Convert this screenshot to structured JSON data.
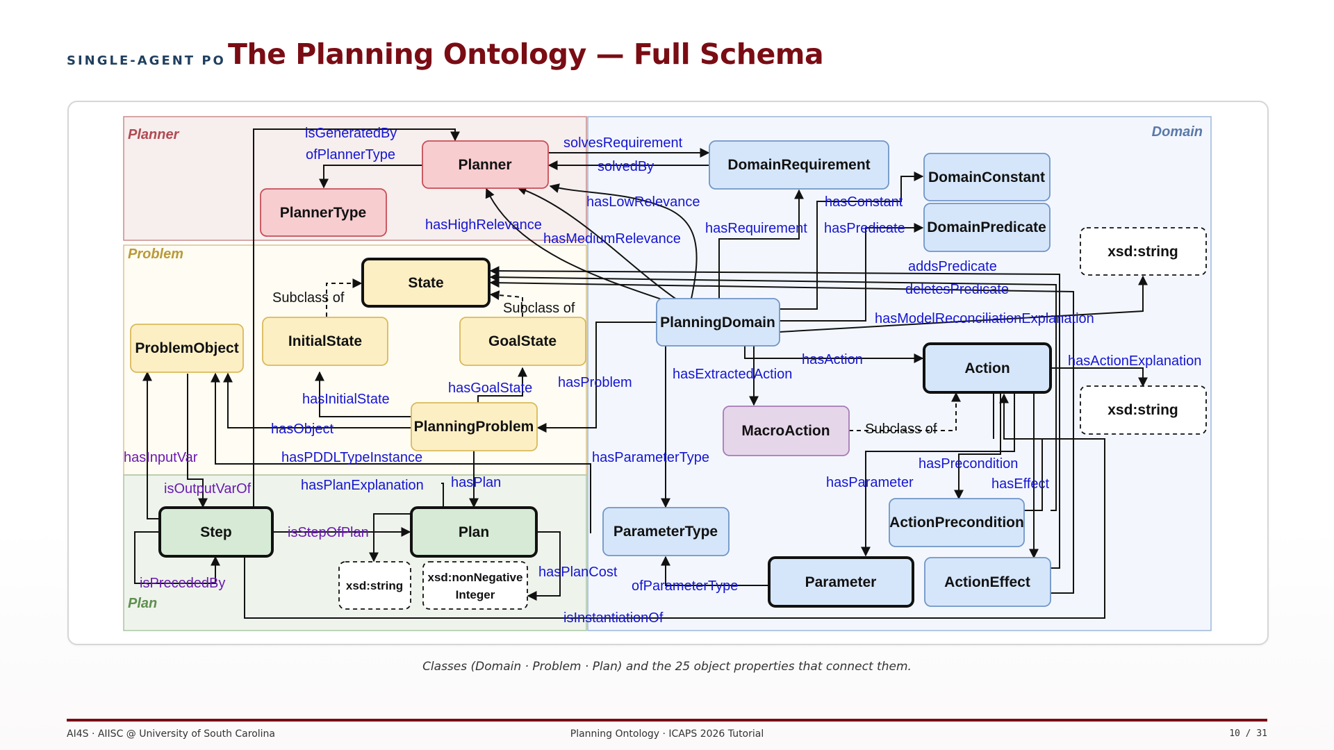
{
  "header": {
    "kicker": "SINGLE-AGENT PO",
    "title": "The Planning Ontology — Full Schema"
  },
  "regions": {
    "planner": "Planner",
    "problem": "Problem",
    "plan": "Plan",
    "domain": "Domain"
  },
  "classes": {
    "planner": "Planner",
    "planner_type": "PlannerType",
    "domain_requirement": "DomainRequirement",
    "domain_constant": "DomainConstant",
    "domain_predicate": "DomainPredicate",
    "state": "State",
    "initial_state": "InitialState",
    "goal_state": "GoalState",
    "problem_object": "ProblemObject",
    "planning_problem": "PlanningProblem",
    "planning_domain": "PlanningDomain",
    "action": "Action",
    "macro_action": "MacroAction",
    "action_precondition": "ActionPrecondition",
    "action_effect": "ActionEffect",
    "parameter": "Parameter",
    "parameter_type": "ParameterType",
    "step": "Step",
    "plan": "Plan",
    "xsd_string_1": "xsd:string",
    "xsd_string_2": "xsd:string",
    "xsd_string_3": "xsd:string",
    "xsd_nonneg_1": "xsd:nonNegative",
    "xsd_nonneg_2": "Integer"
  },
  "properties": {
    "is_generated_by": "isGeneratedBy",
    "of_planner_type": "ofPlannerType",
    "solves_requirement": "solvesRequirement",
    "solved_by": "solvedBy",
    "has_low_relevance": "hasLowRelevance",
    "has_high_relevance": "hasHighRelevance",
    "has_medium_relevance": "hasMediumRelevance",
    "has_requirement": "hasRequirement",
    "has_constant": "hasConstant",
    "has_predicate": "hasPredicate",
    "adds_predicate": "addsPredicate",
    "deletes_predicate": "deletesPredicate",
    "has_model_reconciliation_explanation": "hasModelReconciliationExplanation",
    "has_action_explanation": "hasActionExplanation",
    "has_action": "hasAction",
    "has_extracted_action": "hasExtractedAction",
    "subclass_of_1": "Subclass of",
    "subclass_of_2": "Subclass of",
    "subclass_of_3": "Subclass of",
    "has_problem": "hasProblem",
    "has_initial_state": "hasInitialState",
    "has_goal_state": "hasGoalState",
    "has_object": "hasObject",
    "has_input_var": "hasInputVar",
    "has_pddl_type_instance": "hasPDDLTypeInstance",
    "has_parameter_type": "hasParameterType",
    "is_output_var_of": "isOutputVarOf",
    "has_plan_explanation": "hasPlanExplanation",
    "has_plan": "hasPlan",
    "has_precondition": "hasPrecondition",
    "has_parameter": "hasParameter",
    "has_effect": "hasEffect",
    "is_step_of_plan": "isStepOfPlan",
    "has_plan_cost": "hasPlanCost",
    "of_parameter_type": "ofParameterType",
    "is_preceded_by": "isPrecededBy",
    "is_instantiation_of": "isInstantiationOf"
  },
  "caption": "Classes (Domain · Problem · Plan) and the 25 object properties that connect them.",
  "footer": {
    "left": "AI4S · AIISC @ University of South Carolina",
    "center": "Planning Ontology · ICAPS 2026 Tutorial",
    "page": "10  /  31"
  },
  "colors": {
    "title": "#7a0c14",
    "kicker": "#1f3f5f",
    "property_label": "#1515d0",
    "planner_fill": "#f7cdd0",
    "problem_fill": "#fdefc4",
    "plan_fill": "#d6ead5",
    "domain_fill": "#d6e6fa",
    "macro_fill": "#e6d6ea"
  }
}
